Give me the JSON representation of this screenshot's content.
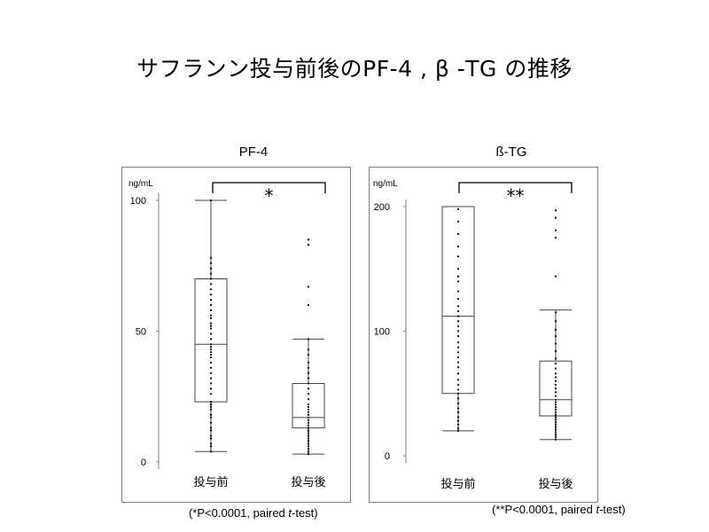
{
  "title": "サフランン投与前後のPF-4 , β -TG の推移",
  "colors": {
    "box_stroke": "#444444",
    "frame": "#7f7f7f",
    "points": "#000000"
  },
  "chart_data": [
    {
      "type": "box",
      "title": "PF-4",
      "ylabel": "ng/mL",
      "ylim": [
        0,
        100
      ],
      "yticks": [
        "0",
        "50",
        "100"
      ],
      "ytick_values": [
        0,
        50,
        100
      ],
      "categories": [
        "投与前",
        "投与後"
      ],
      "boxes": [
        {
          "name": "投与前",
          "min": 4,
          "q1": 23,
          "median": 45,
          "q3": 70,
          "max": 100,
          "points": [
            4,
            6,
            7,
            9,
            10,
            12,
            13,
            15,
            17,
            18,
            20,
            21,
            22,
            23,
            26,
            28,
            30,
            32,
            34,
            36,
            38,
            40,
            41,
            42,
            43,
            44,
            45,
            47,
            49,
            51,
            52,
            53,
            55,
            56,
            58,
            60,
            62,
            64,
            66,
            68,
            70,
            72,
            74,
            76,
            78,
            100
          ]
        },
        {
          "name": "投与後",
          "min": 3,
          "q1": 13,
          "median": 17,
          "q3": 30,
          "max": 47,
          "points": [
            3,
            4,
            5,
            6,
            7,
            8,
            8,
            9,
            10,
            10,
            11,
            12,
            12,
            13,
            13,
            14,
            15,
            15,
            16,
            17,
            18,
            19,
            20,
            21,
            22,
            24,
            26,
            28,
            30,
            32,
            34,
            36,
            38,
            41,
            43,
            47,
            60,
            67,
            83,
            85
          ]
        }
      ],
      "significance": "*",
      "footnote_prefix": "(*P<0.0001, paired ",
      "footnote_italic": "t",
      "footnote_suffix": "-test)"
    },
    {
      "type": "box",
      "title": "ß-TG",
      "ylabel": "ng/mL",
      "ylim": [
        0,
        200
      ],
      "yticks": [
        "0",
        "100",
        "200"
      ],
      "ytick_values": [
        0,
        100,
        200
      ],
      "categories": [
        "投与前",
        "投与後"
      ],
      "boxes": [
        {
          "name": "投与前",
          "min": 20,
          "q1": 50,
          "median": 112,
          "q3": 200,
          "max": 200,
          "points": [
            20,
            22,
            25,
            28,
            31,
            35,
            38,
            42,
            46,
            50,
            53,
            57,
            61,
            66,
            71,
            75,
            79,
            83,
            87,
            91,
            96,
            100,
            104,
            108,
            112,
            116,
            120,
            126,
            132,
            140,
            144,
            150,
            160,
            168,
            178,
            188,
            198
          ]
        },
        {
          "name": "投与後",
          "min": 13,
          "q1": 32,
          "median": 45,
          "q3": 76,
          "max": 117,
          "points": [
            13,
            15,
            17,
            19,
            21,
            23,
            25,
            27,
            29,
            31,
            33,
            35,
            37,
            39,
            41,
            43,
            45,
            48,
            51,
            54,
            57,
            60,
            63,
            66,
            70,
            74,
            78,
            84,
            90,
            96,
            101,
            108,
            115,
            144,
            175,
            181,
            191,
            197
          ]
        }
      ],
      "significance": "**",
      "footnote_prefix": "(**P<0.0001, paired ",
      "footnote_italic": "t",
      "footnote_suffix": "-test)"
    }
  ]
}
